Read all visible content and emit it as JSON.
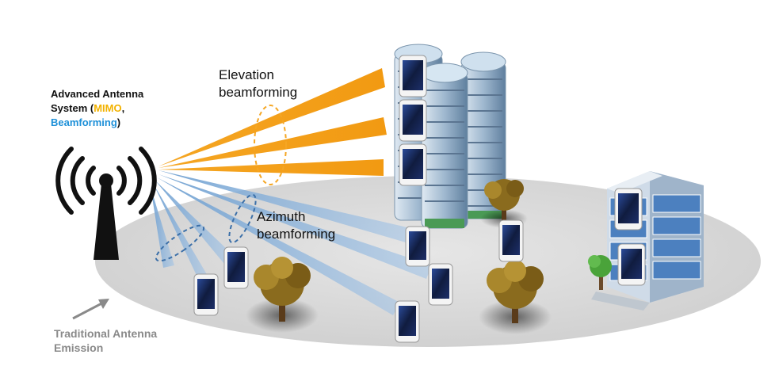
{
  "labels": {
    "aas_line1": "Advanced Antenna",
    "aas_line2_prefix": "System (",
    "aas_mimo": "MIMO",
    "aas_comma": ",",
    "aas_beamforming": "Beamforming",
    "aas_close": ")",
    "elevation_line1": "Elevation",
    "elevation_line2": "beamforming",
    "azimuth_line1": "Azimuth",
    "azimuth_line2": "beamforming",
    "traditional_line1": "Traditional Antenna",
    "traditional_line2": "Emission"
  },
  "colors": {
    "elevation_beam": "#f5a623",
    "azimuth_beam": "#6e9fd0",
    "ground": "#dcdcdc",
    "mimo_text": "#f2b200",
    "beamforming_text": "#1e90d8",
    "traditional_text": "#8a8a8a"
  },
  "icons": [
    "antenna-tower-icon",
    "smartphone-icon",
    "tree-icon",
    "office-tower-icon",
    "office-building-icon"
  ]
}
